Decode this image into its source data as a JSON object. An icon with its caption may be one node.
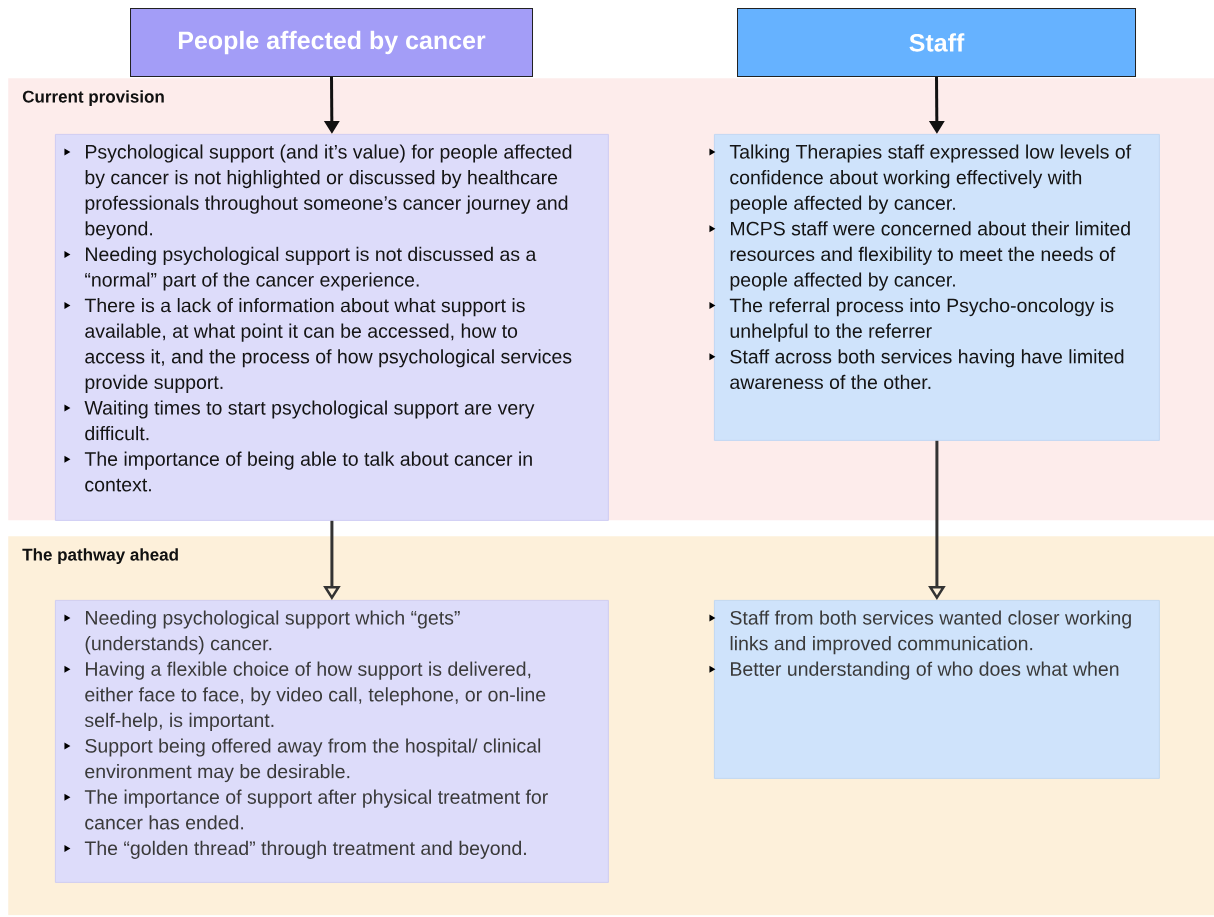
{
  "diagram": {
    "nodes": [
      {
        "text": [
          "People affected by cancer"
        ]
      },
      {
        "text": [
          "Staff"
        ]
      },
      {
        "text": [
          "Current provision"
        ]
      },
      {
        "text": [
          "Psychological support (and it’s value) for people affected by cancer is not highlighted or discussed by healthcare professionals throughout someone’s cancer journey and beyond.",
          "Needing psychological support is not discussed as a “normal” part of the cancer experience.",
          "There is a lack of information about what support is available, at what point it can be accessed, how to access it, and the process of how psychological services provide support.",
          "Waiting times to start psychological support are very difficult.",
          "The importance of being able to talk about cancer in context."
        ],
        "in": 2
      },
      {
        "text": [
          "Talking Therapies staff expressed low levels of confidence about working effectively with people affected by cancer.",
          "MCPS staff were concerned about their limited resources and flexibility to meet the needs of people affected by cancer.",
          "The referral process into Psycho-oncology is unhelpful to the referrer",
          "Staff across both services having have limited awareness of the other."
        ],
        "in": 2
      },
      {
        "text": [
          "The pathway ahead"
        ]
      },
      {
        "text": [
          "Needing psychological support which “gets” (understands) cancer.",
          "Having a flexible choice of how support is delivered, either face to face, by video call, telephone, or on-line self-help, is important.",
          "Support being offered away from the hospital/ clinical environment may be desirable.",
          "The importance of support after physical treatment for cancer has ended.",
          "The “golden thread” through treatment and beyond."
        ],
        "in": 5
      },
      {
        "text": [
          "Staff from both services wanted closer working links and improved communication.",
          "Better understanding of who does what when"
        ],
        "in": 5
      }
    ],
    "edges": [
      {
        "from": 0,
        "to": 3,
        "arrow": "to"
      },
      {
        "from": 1,
        "to": 4,
        "arrow": "to"
      },
      {
        "from": 3,
        "to": 6,
        "arrow": "to",
        "color": "#333333"
      },
      {
        "from": 4,
        "to": 7,
        "arrow": "to",
        "color": "#333333"
      }
    ]
  }
}
